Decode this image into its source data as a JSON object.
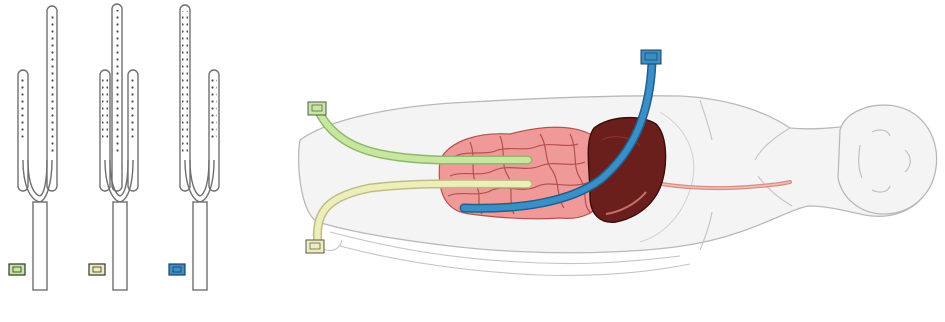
{
  "colors": {
    "background": "#ffffff",
    "outline": "#6f6f6f",
    "perforation": "#4a4a4a",
    "tube_green": "#c7e6a0",
    "tube_green_edge": "#8fb86a",
    "tube_yellow": "#eeeebc",
    "tube_yellow_edge": "#bdbd82",
    "tube_blue": "#3b8fc7",
    "tube_blue_edge": "#1f5f8f",
    "liver": "#6b1f1c",
    "liver_edge": "#3c0c0a",
    "intestine": "#ef9a98",
    "intestine_edge": "#b5504f",
    "esophagus": "#d98d85",
    "body_outline": "#b9b9b9",
    "body_fill": "#f4f4f4"
  },
  "catheters": [
    {
      "name": "y-catheter",
      "prongs": 2,
      "tag_color": "green"
    },
    {
      "name": "trident-catheter",
      "prongs": 3,
      "tag_color": "yellow"
    },
    {
      "name": "y-catheter-long-left",
      "prongs": 2,
      "tag_color": "blue"
    }
  ],
  "body_tubes": [
    {
      "name": "green-drain",
      "color": "green",
      "endpoint": "upper-left-abdomen"
    },
    {
      "name": "yellow-drain",
      "color": "yellow",
      "endpoint": "lower-left-abdomen"
    },
    {
      "name": "blue-drain",
      "color": "blue",
      "endpoint": "subhepatic"
    }
  ]
}
